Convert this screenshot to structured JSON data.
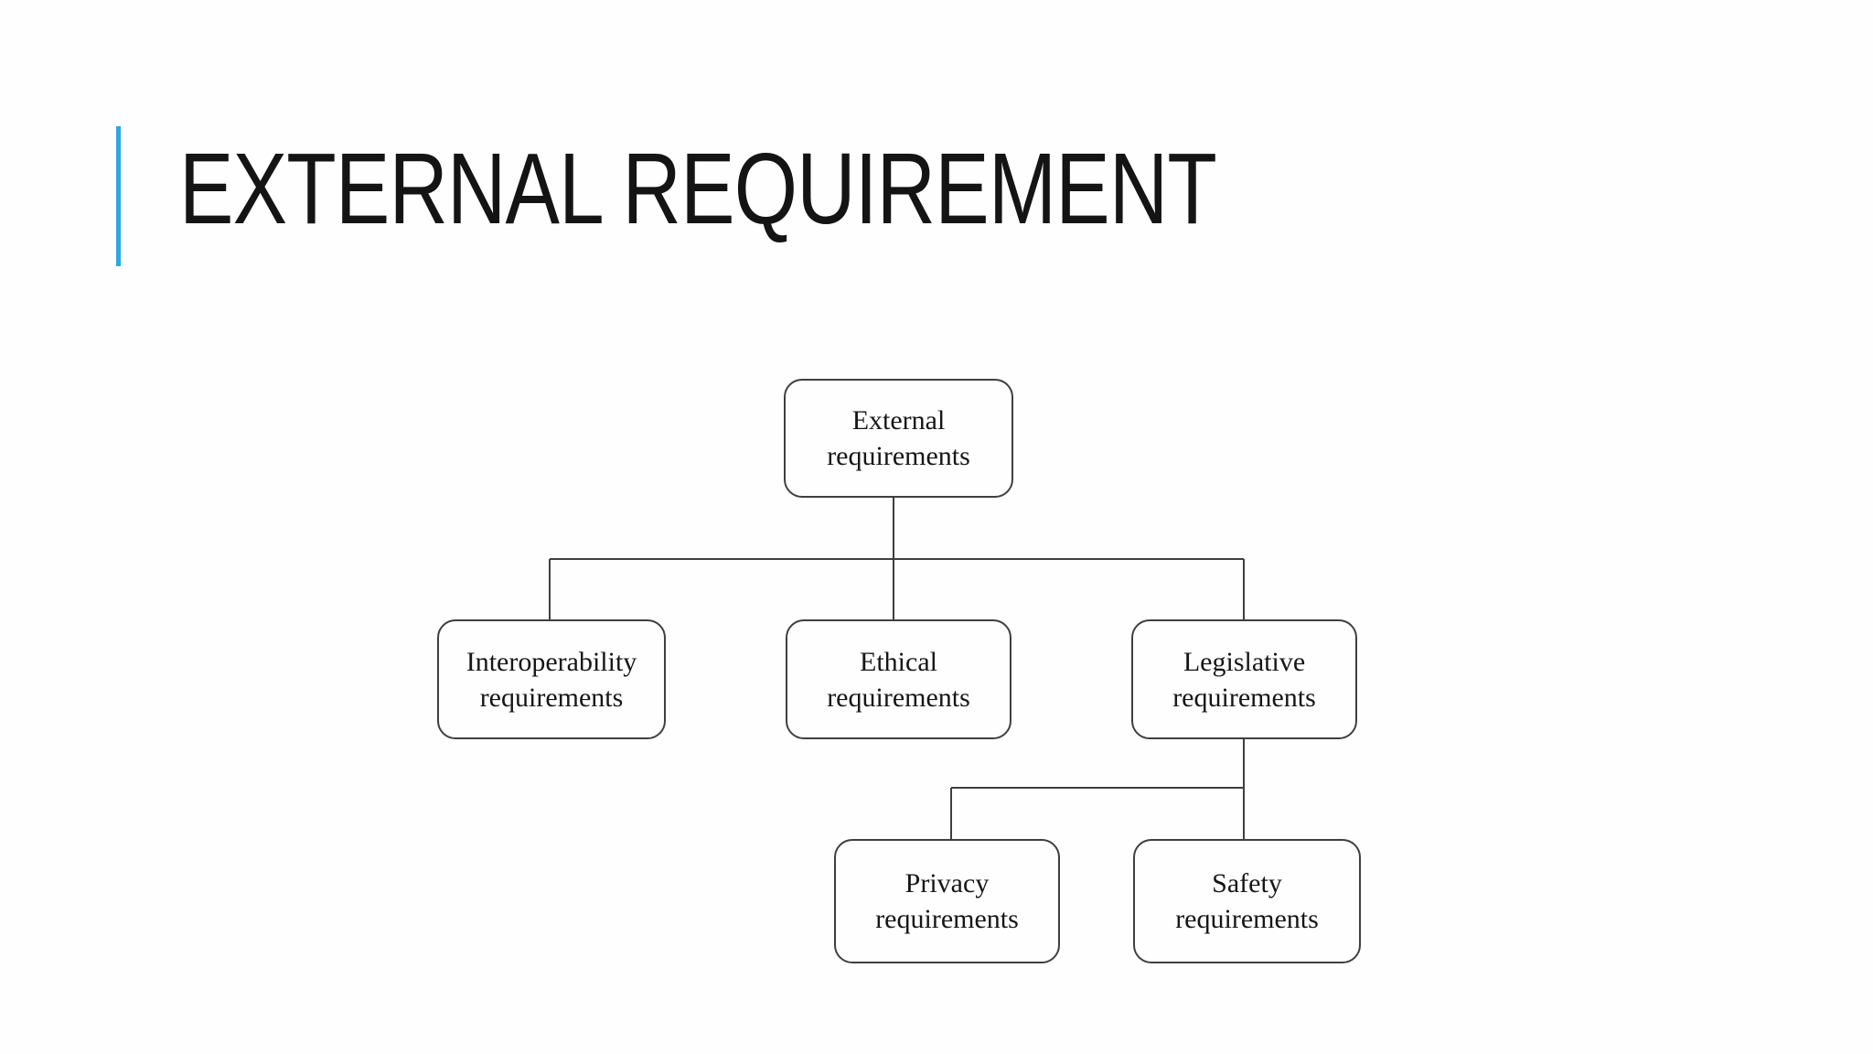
{
  "slide": {
    "title": "EXTERNAL REQUIREMENT",
    "accent_color": "#2da9e0",
    "background_color": "#fefefe"
  },
  "diagram": {
    "type": "hierarchy-tree",
    "line_color": "#3f3f3f",
    "nodes": {
      "external": {
        "label": "External requirements",
        "parent": null
      },
      "interoperability": {
        "label": "Interoperability requirements",
        "parent": "external"
      },
      "ethical": {
        "label": "Ethical requirements",
        "parent": "external"
      },
      "legislative": {
        "label": "Legislative requirements",
        "parent": "external"
      },
      "privacy": {
        "label": "Privacy requirements",
        "parent": "legislative"
      },
      "safety": {
        "label": "Safety requirements",
        "parent": "legislative"
      }
    }
  }
}
